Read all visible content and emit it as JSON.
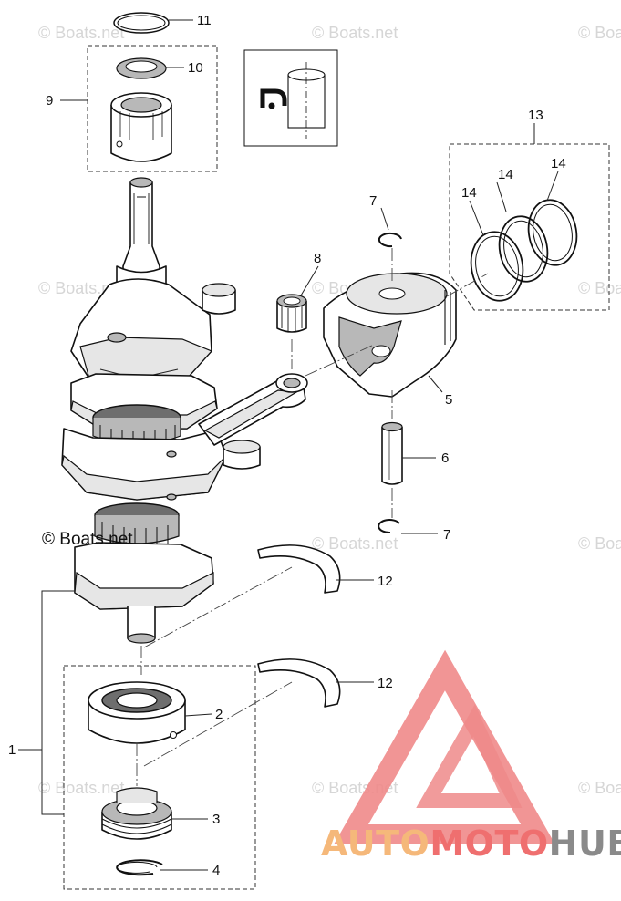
{
  "callouts": [
    {
      "id": "c1",
      "text": "1"
    },
    {
      "id": "c2",
      "text": "2"
    },
    {
      "id": "c3",
      "text": "3"
    },
    {
      "id": "c4",
      "text": "4"
    },
    {
      "id": "c5",
      "text": "5"
    },
    {
      "id": "c6",
      "text": "6"
    },
    {
      "id": "c7a",
      "text": "7"
    },
    {
      "id": "c7b",
      "text": "7"
    },
    {
      "id": "c8",
      "text": "8"
    },
    {
      "id": "c9",
      "text": "9"
    },
    {
      "id": "c10",
      "text": "10"
    },
    {
      "id": "c11",
      "text": "11"
    },
    {
      "id": "c12a",
      "text": "12"
    },
    {
      "id": "c12b",
      "text": "12"
    },
    {
      "id": "c13",
      "text": "13"
    },
    {
      "id": "c14a",
      "text": "14"
    },
    {
      "id": "c14b",
      "text": "14"
    },
    {
      "id": "c14c",
      "text": "14"
    }
  ],
  "copyright": "© Boats.net",
  "watermark": "© Boats.net",
  "logo": {
    "part1": "AUTO",
    "part2": "MOTO",
    "part3": "HUB",
    "color_auto": "#f5b87a",
    "color_moto": "#ef6f6f",
    "color_hub": "#8a8a8a",
    "triangle_color": "#ef8a8a"
  },
  "icons": [
    "lubricate-icon"
  ]
}
